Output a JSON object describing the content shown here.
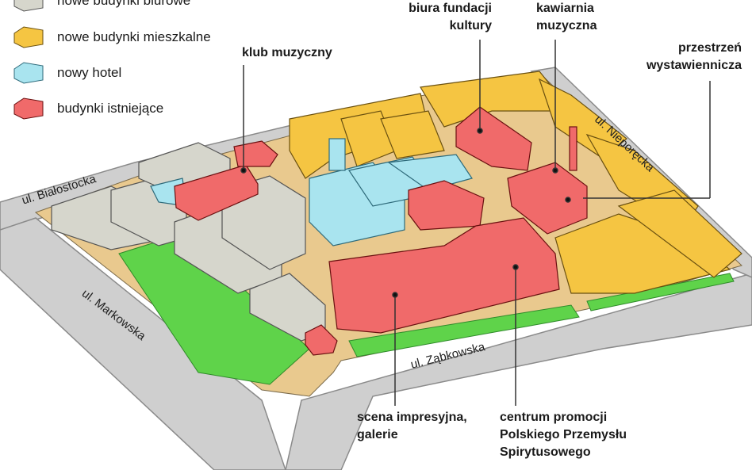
{
  "legend": [
    {
      "label": "nowe budynki biurowe",
      "color": "#d6d6cc"
    },
    {
      "label": "nowe budynki mieszkalne",
      "color": "#f5c542"
    },
    {
      "label": "nowy hotel",
      "color": "#a9e4ef"
    },
    {
      "label": "budynki istniejące",
      "color": "#f06a6a"
    }
  ],
  "labels": {
    "klub": "klub muzyczny",
    "biura": [
      "biura fundacji",
      "kultury"
    ],
    "kawiarnia": [
      "kawiarnia",
      "muzyczna"
    ],
    "przestrzen": [
      "przestrzeń",
      "wystawiennicza"
    ],
    "scena": [
      "scena impresyjna,",
      "galerie"
    ],
    "centrum": [
      "centrum promocji",
      "Polskiego Przemysłu",
      "Spirytusowego"
    ]
  },
  "streets": {
    "bialostocka": "ul. Białostocka",
    "markowska": "ul. Markowska",
    "zabkowska": "ul. Ząbkowska",
    "nieporecka": "ul. Nieporęcka"
  },
  "colors": {
    "office": "#d6d6cc",
    "residential": "#f5c542",
    "hotel": "#a9e4ef",
    "existing": "#f06a6a",
    "road": "#cfcfcf",
    "ground": "#e9c98e",
    "green": "#5fd34a"
  }
}
